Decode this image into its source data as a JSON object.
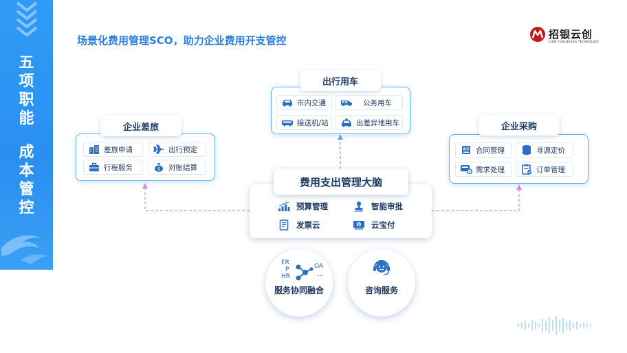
{
  "banner": {
    "line1": [
      "五",
      "项",
      "职",
      "能"
    ],
    "line2": [
      "成",
      "本",
      "管",
      "控"
    ]
  },
  "header": {
    "title": "场景化费用管理SCO，助力企业费用开支管控"
  },
  "logo": {
    "name": "招银云创",
    "subtitle": "CHIN YUNCHUANG TECHNOLOGY"
  },
  "travel": {
    "title": "企业差旅",
    "items": [
      {
        "label": "差旅申请",
        "icon": "building-icon"
      },
      {
        "label": "出行预定",
        "icon": "airplane-icon"
      },
      {
        "label": "行程服务",
        "icon": "briefcase-icon"
      },
      {
        "label": "对账结算",
        "icon": "money-bag-icon"
      }
    ]
  },
  "car": {
    "title": "出行用车",
    "items": [
      {
        "label": "市内交通",
        "icon": "car-icon"
      },
      {
        "label": "公务用车",
        "icon": "van-icon"
      },
      {
        "label": "接送机/站",
        "icon": "shuttle-icon"
      },
      {
        "label": "出差异地用车",
        "icon": "taxi-icon"
      }
    ]
  },
  "procurement": {
    "title": "企业采购",
    "items": [
      {
        "label": "合同管理",
        "icon": "contract-icon"
      },
      {
        "label": "寻源定价",
        "icon": "coins-icon"
      },
      {
        "label": "需求处理",
        "icon": "cart-icon"
      },
      {
        "label": "订单管理",
        "icon": "order-icon"
      }
    ]
  },
  "brain": {
    "title": "费用支出管理大脑",
    "items": [
      {
        "label": "预算管理",
        "icon": "bar-chart-icon"
      },
      {
        "label": "智能审批",
        "icon": "stamp-icon"
      },
      {
        "label": "发票云",
        "icon": "invoice-icon"
      },
      {
        "label": "云宝付",
        "icon": "payment-icon"
      }
    ]
  },
  "services": {
    "collab": {
      "label": "服务协同融合",
      "tags": [
        "ER",
        "P",
        "HR",
        "OA",
        "…"
      ]
    },
    "consult": {
      "label": "咨询服务"
    }
  }
}
